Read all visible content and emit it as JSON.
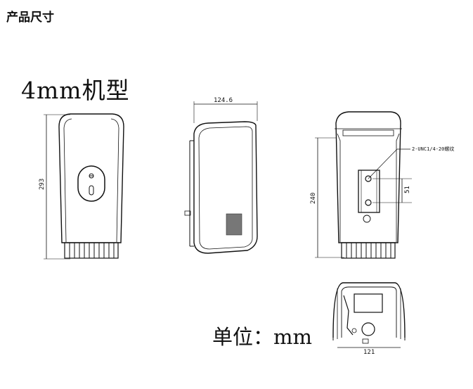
{
  "header": {
    "section_title": "产品尺寸"
  },
  "drawing": {
    "model_title": "4mm机型",
    "unit_label": "单位：mm",
    "dimensions": {
      "front_height": "293",
      "side_width": "124.6",
      "back_height": "240",
      "mount_spacing": "51",
      "bottom_width": "121",
      "screw_label": "2-UNC1/4-20螺纹"
    }
  }
}
